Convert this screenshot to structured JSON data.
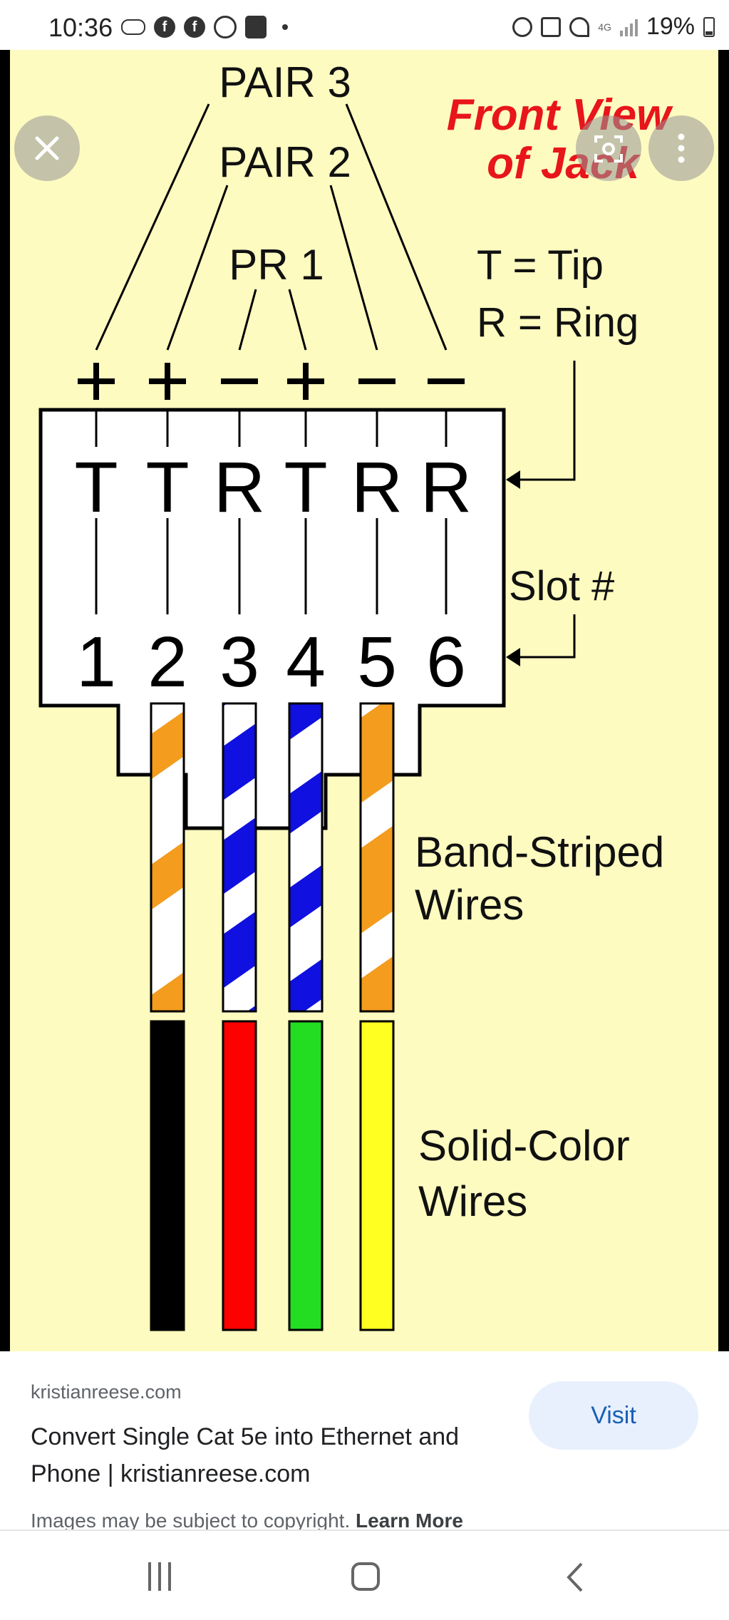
{
  "status_bar": {
    "time": "10:36",
    "battery": "19%",
    "network": "4G",
    "left_icons": [
      "cloud-icon",
      "facebook-icon",
      "facebook-icon",
      "threads-icon",
      "call-filter-icon"
    ],
    "right_icons": [
      "alarm-icon",
      "mute-icon",
      "wifi-icon",
      "signal-icon",
      "battery-icon"
    ]
  },
  "viewer": {
    "background": "#000000",
    "close_icon": "close-icon",
    "lens_icon": "lens-icon",
    "more_icon": "more-vert-icon"
  },
  "diagram": {
    "background": "#fdfbc0",
    "pair3": "PAIR 3",
    "pair2": "PAIR 2",
    "pr1": "PR 1",
    "title_line1": "Front View",
    "title_line2": "of Jack",
    "title_color": "#e8151b",
    "legend_tip": "T = Tip",
    "legend_ring": "R = Ring",
    "polarity": [
      "+",
      "+",
      "-",
      "+",
      "-",
      "-"
    ],
    "letters": [
      "T",
      "T",
      "R",
      "T",
      "R",
      "R"
    ],
    "slot_label": "Slot #",
    "slots": [
      "1",
      "2",
      "3",
      "4",
      "5",
      "6"
    ],
    "band_label_line1": "Band-Striped",
    "band_label_line2": "Wires",
    "solid_label_line1": "Solid-Color",
    "solid_label_line2": "Wires",
    "stripe_colors": [
      "#f39c1e",
      "#1010e0",
      "#1010e0",
      "#f39c1e"
    ],
    "solid_colors": [
      "#000000",
      "#ff0000",
      "#22dd22",
      "#ffff22"
    ]
  },
  "result": {
    "domain": "kristianreese.com",
    "title": "Convert Single Cat 5e into Ethernet and Phone | kristianreese.com",
    "visit_label": "Visit",
    "copyright_text": "Images may be subject to copyright.",
    "learn_more": "Learn More"
  },
  "nav": {
    "recents_icon": "recents-icon",
    "home_icon": "home-icon",
    "back_icon": "back-icon"
  }
}
